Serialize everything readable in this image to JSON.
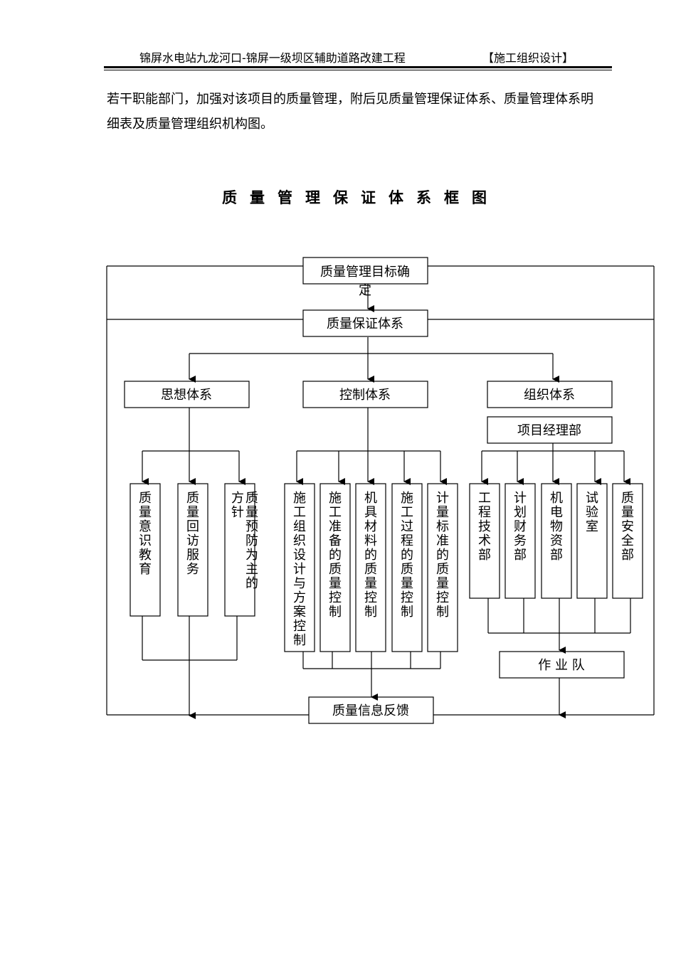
{
  "header": {
    "project": "锦屏水电站九龙河口-锦屏一级坝区辅助道路改建工程",
    "doc_type": "【施工组织设计】"
  },
  "intro": {
    "line1": "若干职能部门，加强对该项目的质量管理，附后见质量管理保证体系、质量管理体系明",
    "line2": "细表及质量管理组织机构图。"
  },
  "diagram": {
    "title": "质量管理保证体系框图",
    "top_box": "质量管理目标确定",
    "system_box": "质量保证体系",
    "branches": {
      "ideology": "思想体系",
      "control": "控制体系",
      "organization": "组织体系"
    },
    "project_manager": "项目经理部",
    "ideology_items": [
      "质量意识教育",
      "质量回访服务",
      "质量预防为主的方针"
    ],
    "control_items": [
      "施工组织设计与方案控制",
      "施工准备的质量控制",
      "机具材料的质量控制",
      "施工过程的质量控制",
      "计量标准的质量控制"
    ],
    "org_items": [
      "工程技术部",
      "计划财务部",
      "机电物资部",
      "试验室",
      "质量安全部"
    ],
    "team": "作 业 队",
    "feedback": "质量信息反馈"
  }
}
